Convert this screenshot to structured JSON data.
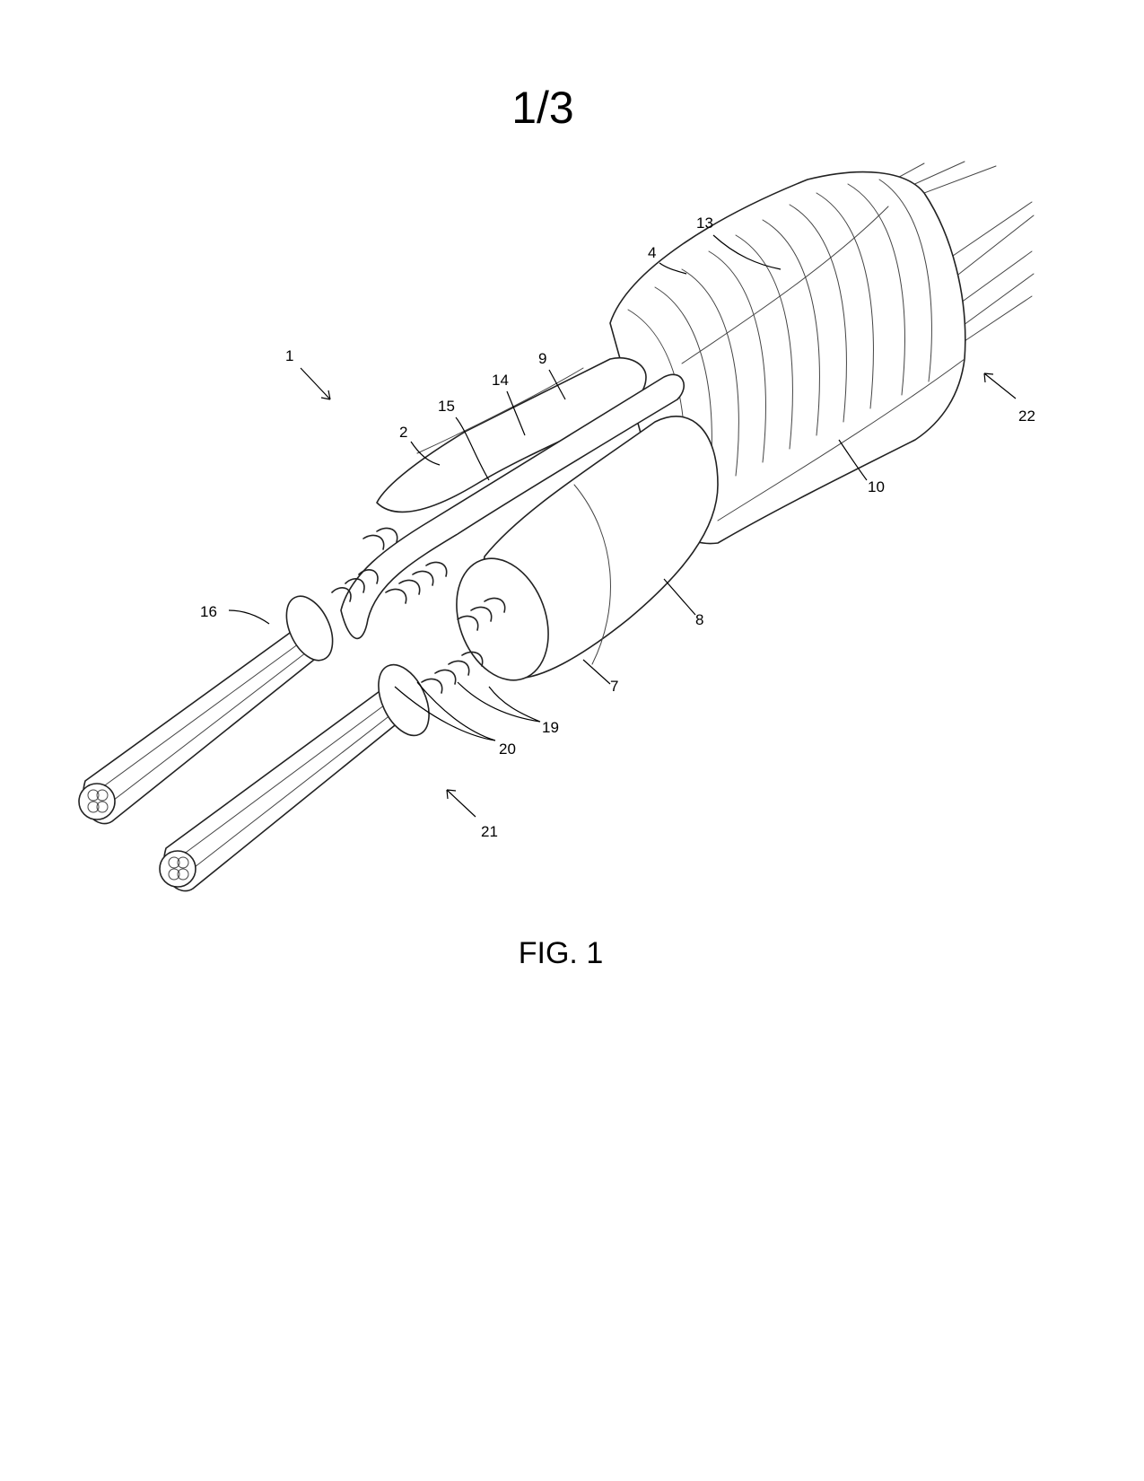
{
  "sheet": {
    "number": "1/3",
    "caption": "FIG. 1"
  },
  "reference_numerals": [
    "1",
    "2",
    "4",
    "7",
    "8",
    "9",
    "10",
    "13",
    "14",
    "15",
    "16",
    "19",
    "20",
    "21",
    "22"
  ]
}
